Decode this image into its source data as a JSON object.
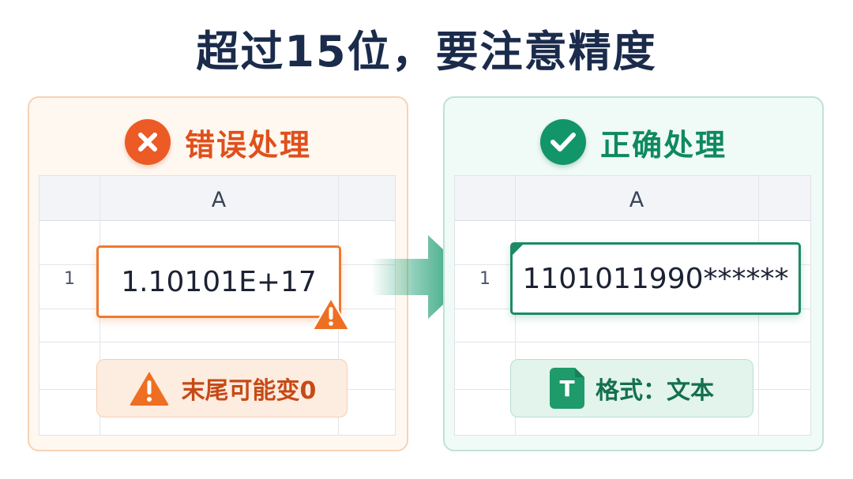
{
  "title": "超过15位，要注意精度",
  "wrong": {
    "heading": "错误处理",
    "status_icon": "x-circle-icon",
    "column_header": "A",
    "row_number": "1",
    "cell_value": "1.10101E+17",
    "warning_icon": "warning-icon",
    "note": "末尾可能变0",
    "accent": "#ec5a26"
  },
  "right": {
    "heading": "正确处理",
    "status_icon": "check-circle-icon",
    "column_header": "A",
    "row_number": "1",
    "cell_value": "1101011990******",
    "format_icon": "text-format-icon",
    "format_icon_letter": "T",
    "note": "格式：文本",
    "accent": "#13956a"
  },
  "arrow_icon": "right-arrow-icon"
}
